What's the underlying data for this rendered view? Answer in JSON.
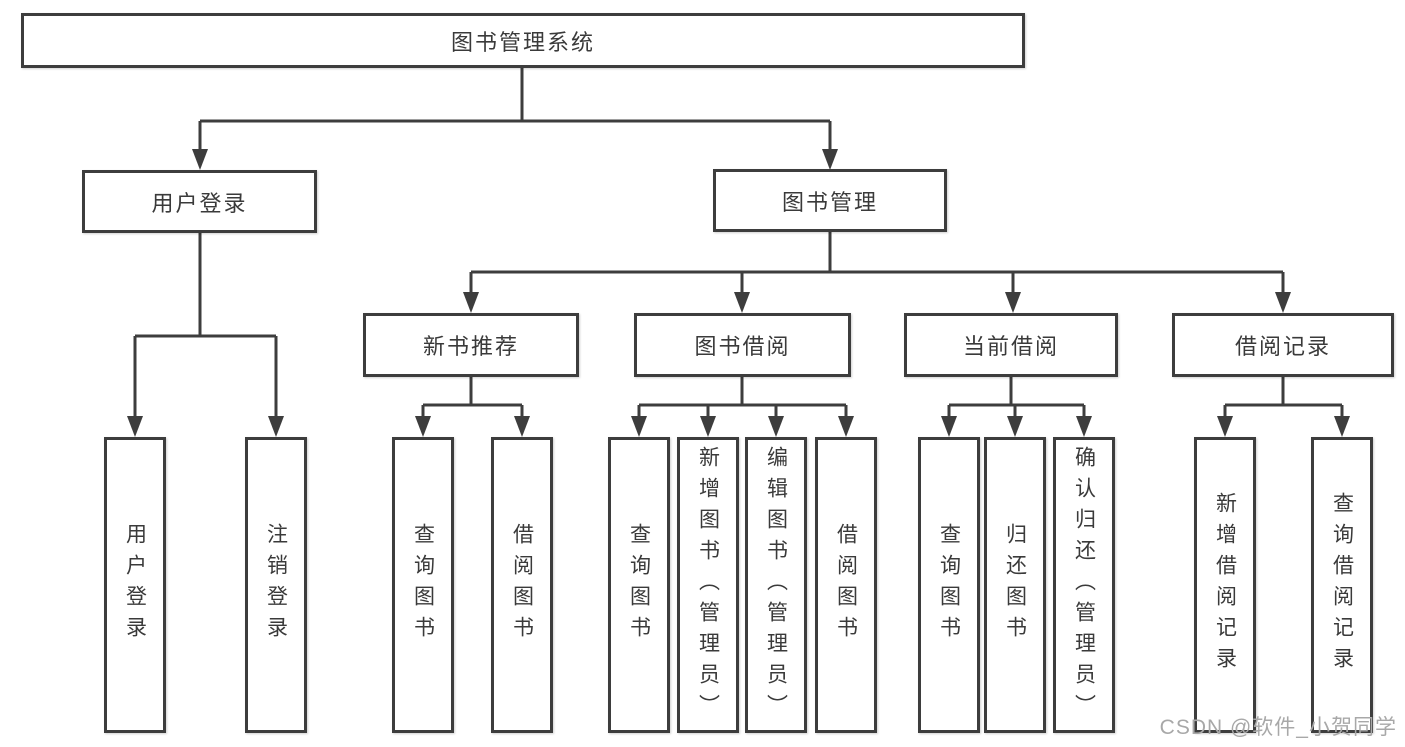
{
  "diagram": {
    "root": {
      "label": "图书管理系统"
    },
    "level2": {
      "user_login": {
        "label": "用户登录"
      },
      "book_management": {
        "label": "图书管理"
      }
    },
    "level3": {
      "new_book_recommend": {
        "label": "新书推荐"
      },
      "book_borrow": {
        "label": "图书借阅"
      },
      "current_borrow": {
        "label": "当前借阅"
      },
      "borrow_record": {
        "label": "借阅记录"
      }
    },
    "leaves": {
      "user_login_leaf": {
        "label": "用户登录"
      },
      "logout": {
        "label": "注销登录"
      },
      "nbr_query_book": {
        "label": "查询图书"
      },
      "nbr_borrow_book": {
        "label": "借阅图书"
      },
      "bb_query_book": {
        "label": "查询图书"
      },
      "bb_add_book": {
        "label": "新增图书（管理员）"
      },
      "bb_edit_book": {
        "label": "编辑图书（管理员）"
      },
      "bb_borrow_book": {
        "label": "借阅图书"
      },
      "cb_query_book": {
        "label": "查询图书"
      },
      "cb_return_book": {
        "label": "归还图书"
      },
      "cb_confirm_return": {
        "label": "确认归还（管理员）"
      }
    },
    "record_leaves": {
      "add_borrow_record": {
        "label": "新增借阅记录"
      },
      "query_borrow_record": {
        "label": "查询借阅记录"
      }
    }
  },
  "watermark": {
    "text": "CSDN @软件_小贺同学"
  },
  "colors": {
    "line": "#3d3d3d",
    "text": "#3a3a3a",
    "box_background": "#ffffff",
    "watermark": "#a8a8a8",
    "page_background": "#ffffff"
  }
}
